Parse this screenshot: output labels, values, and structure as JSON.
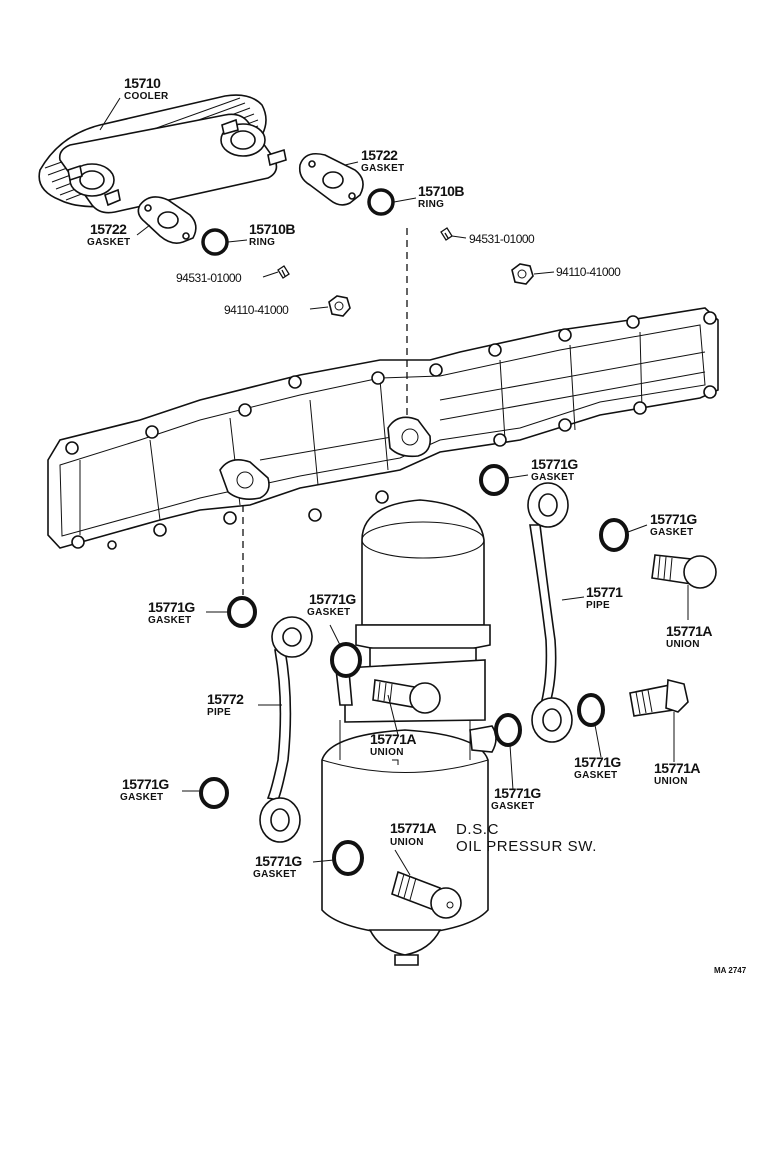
{
  "labels": {
    "cooler": {
      "number": "15710",
      "name": "COOLER"
    },
    "gasket_top_right": {
      "number": "15722",
      "name": "GASKET"
    },
    "ring_top_right": {
      "number": "15710B",
      "name": "RING"
    },
    "gasket_top_left": {
      "number": "15722",
      "name": "GASKET"
    },
    "ring_top_left": {
      "number": "15710B",
      "name": "RING"
    },
    "washer_right": {
      "number": "94531-01000"
    },
    "washer_left": {
      "number": "94531-01000"
    },
    "nut_right": {
      "number": "94110-41000"
    },
    "nut_left": {
      "number": "94110-41000"
    },
    "gasket_mid_center": {
      "number": "15771G",
      "name": "GASKET"
    },
    "gasket_mid_right": {
      "number": "15771G",
      "name": "GASKET"
    },
    "pipe_right": {
      "number": "15771",
      "name": "PIPE"
    },
    "union_right_top": {
      "number": "15771A",
      "name": "UNION"
    },
    "gasket_left": {
      "number": "15771G",
      "name": "GASKET"
    },
    "gasket_filter_top": {
      "number": "15771G",
      "name": "GASKET"
    },
    "pipe_left": {
      "number": "15772",
      "name": "PIPE"
    },
    "union_center": {
      "number": "15771A",
      "name": "UNION"
    },
    "gasket_lower_left": {
      "number": "15771G",
      "name": "GASKET"
    },
    "gasket_filter_side": {
      "number": "15771G",
      "name": "GASKET"
    },
    "gasket_lower_right": {
      "number": "15771G",
      "name": "GASKET"
    },
    "union_right_bottom": {
      "number": "15771A",
      "name": "UNION"
    },
    "union_lower": {
      "number": "15771A",
      "name": "UNION"
    },
    "gasket_bottom_left": {
      "number": "15771G",
      "name": "GASKET"
    },
    "dsc_note": {
      "line1": "D.S.C",
      "line2": "OIL PRESSUR SW."
    }
  },
  "figure_code": "MA 2747"
}
